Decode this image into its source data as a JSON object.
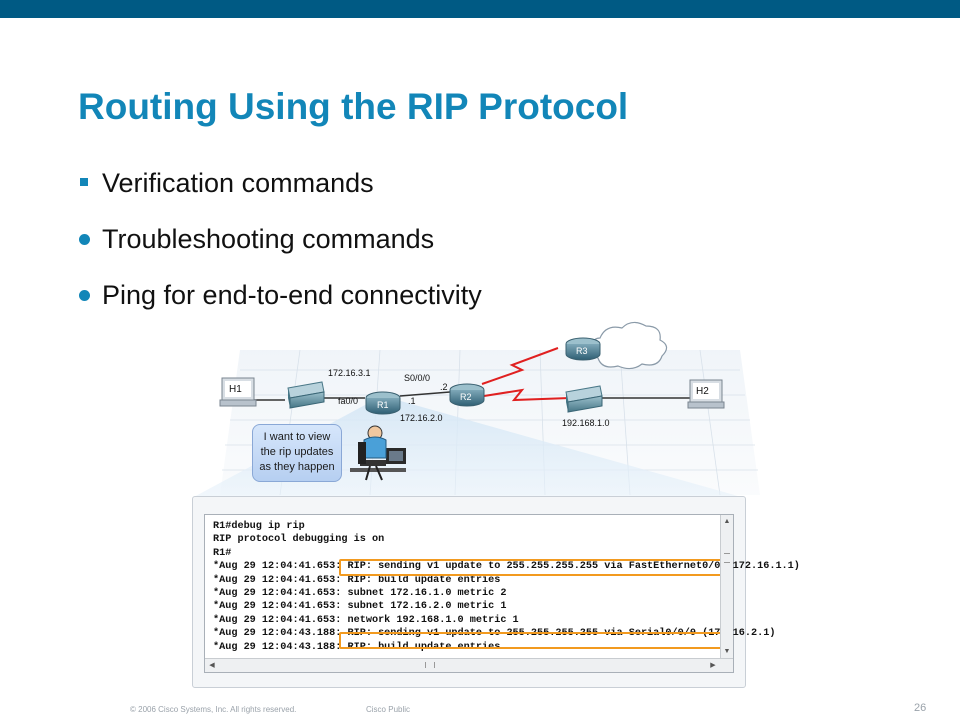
{
  "slide": {
    "title": "Routing Using the RIP Protocol",
    "bullets": [
      {
        "text": "Verification commands",
        "marker": "square"
      },
      {
        "text": "Troubleshooting commands",
        "marker": "dot"
      },
      {
        "text": "Ping for end-to-end connectivity",
        "marker": "dot"
      }
    ]
  },
  "diagram": {
    "devices": {
      "h1": "H1",
      "r1": "R1",
      "r2": "R2",
      "r3": "R3",
      "h2": "H2"
    },
    "labels": {
      "net_r1_lan": "172.16.3.1",
      "r1_iface": "fa0/0",
      "serial": "S0/0/0",
      "r2_host": ".2",
      "r1_host": ".1",
      "net_r1_r2": "172.16.2.0",
      "net_r2_lan": "192.168.1.0"
    },
    "callout": [
      "I want to view",
      "the rip updates",
      "as they happen"
    ]
  },
  "terminal": {
    "lines": [
      "R1#debug ip rip",
      "RIP protocol debugging is on",
      "R1#",
      "*Aug 29 12:04:41.653: RIP: sending v1 update to 255.255.255.255 via FastEthernet0/0 (172.16.1.1)",
      "*Aug 29 12:04:41.653: RIP: build update entries",
      "*Aug 29 12:04:41.653: subnet 172.16.1.0 metric 2",
      "*Aug 29 12:04:41.653: subnet 172.16.2.0 metric 1",
      "*Aug 29 12:04:41.653: network 192.168.1.0 metric 1",
      "*Aug 29 12:04:43.188: RIP: sending v1 update to 255.255.255.255 via Serial0/0/0 (172.16.2.1)",
      "*Aug 29 12:04:43.188: RIP: build update entries"
    ]
  },
  "footer": {
    "copyright": "© 2006 Cisco Systems, Inc. All rights reserved.",
    "classification": "Cisco Public",
    "page": "26"
  },
  "colors": {
    "top_bar": "#005a84",
    "title": "#1286b8",
    "highlight": "#f29a1f",
    "wan_link": "#e02020"
  }
}
